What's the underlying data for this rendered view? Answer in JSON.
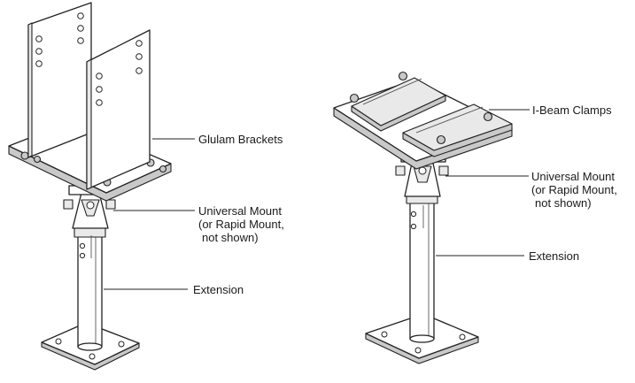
{
  "diagram": {
    "left_assembly": {
      "labels": {
        "glulam_brackets": "Glulam Brackets",
        "universal_mount_line1": "Universal Mount",
        "universal_mount_line2": "(or Rapid Mount,",
        "universal_mount_line3": "not shown)",
        "extension": "Extension"
      }
    },
    "right_assembly": {
      "labels": {
        "ibeam_clamps": "I-Beam Clamps",
        "universal_mount_line1": "Universal Mount",
        "universal_mount_line2": "(or Rapid Mount,",
        "universal_mount_line3": "not shown)",
        "extension": "Extension"
      }
    }
  }
}
